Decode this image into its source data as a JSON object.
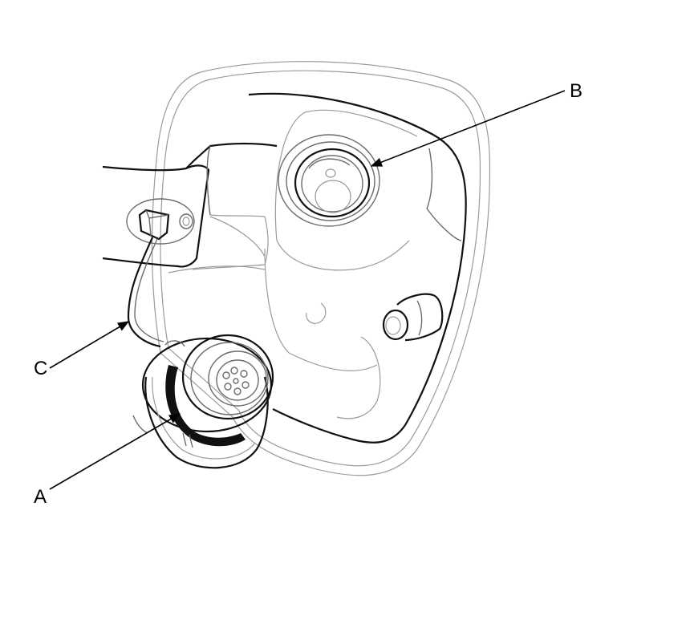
{
  "callouts": {
    "a": {
      "label": "A"
    },
    "b": {
      "label": "B"
    },
    "c": {
      "label": "C"
    }
  },
  "colors": {
    "line": "#111111",
    "detail": "#9a9a9a",
    "background": "#ffffff"
  }
}
